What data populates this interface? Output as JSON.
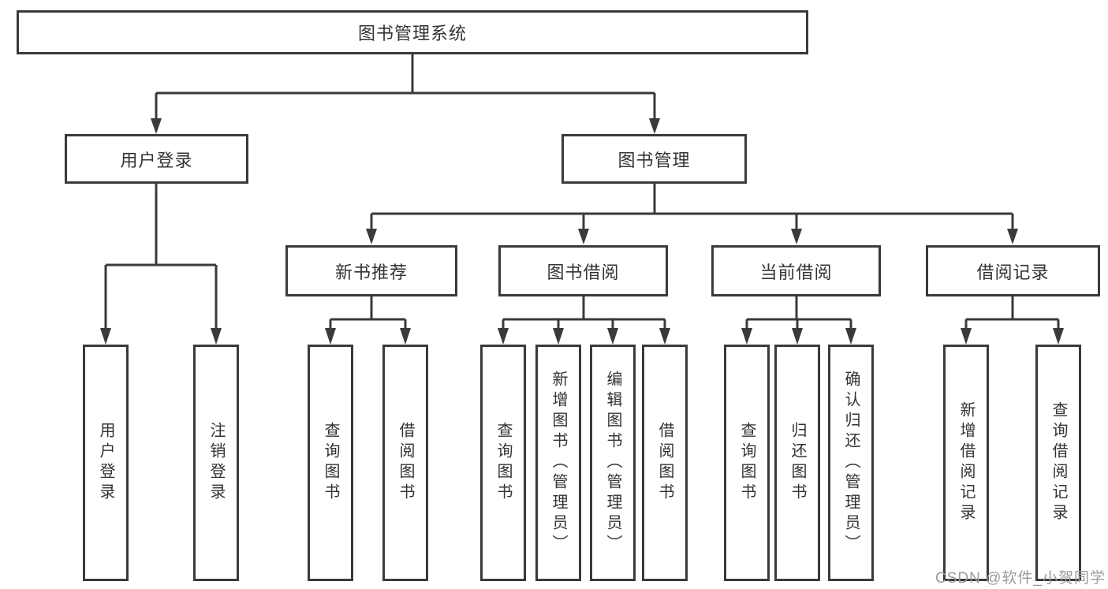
{
  "diagram": {
    "title": "图书管理系统",
    "root": {
      "label": "图书管理系统"
    },
    "level2": [
      {
        "label": "用户登录"
      },
      {
        "label": "图书管理"
      }
    ],
    "level3": [
      {
        "label": "新书推荐"
      },
      {
        "label": "图书借阅"
      },
      {
        "label": "当前借阅"
      },
      {
        "label": "借阅记录"
      }
    ],
    "leaves": [
      {
        "label": "用户登录",
        "parent": "用户登录"
      },
      {
        "label": "注销登录",
        "parent": "用户登录"
      },
      {
        "label": "查询图书",
        "parent": "新书推荐"
      },
      {
        "label": "借阅图书",
        "parent": "新书推荐"
      },
      {
        "label": "查询图书",
        "parent": "图书借阅"
      },
      {
        "label": "新增图书（管理员）",
        "parent": "图书借阅"
      },
      {
        "label": "编辑图书（管理员）",
        "parent": "图书借阅"
      },
      {
        "label": "借阅图书",
        "parent": "图书借阅"
      },
      {
        "label": "查询图书",
        "parent": "当前借阅"
      },
      {
        "label": "归还图书",
        "parent": "当前借阅"
      },
      {
        "label": "确认归还（管理员）",
        "parent": "当前借阅"
      },
      {
        "label": "新增借阅记录",
        "parent": "借阅记录"
      },
      {
        "label": "查询借阅记录",
        "parent": "借阅记录"
      }
    ]
  },
  "watermark": {
    "text": "CSDN @软件_小贺同学"
  },
  "colors": {
    "line": "#3a3a3a",
    "box_border": "#3a3a3a",
    "text": "#333333",
    "watermark": "#9b9b9d",
    "background": "#ffffff"
  }
}
